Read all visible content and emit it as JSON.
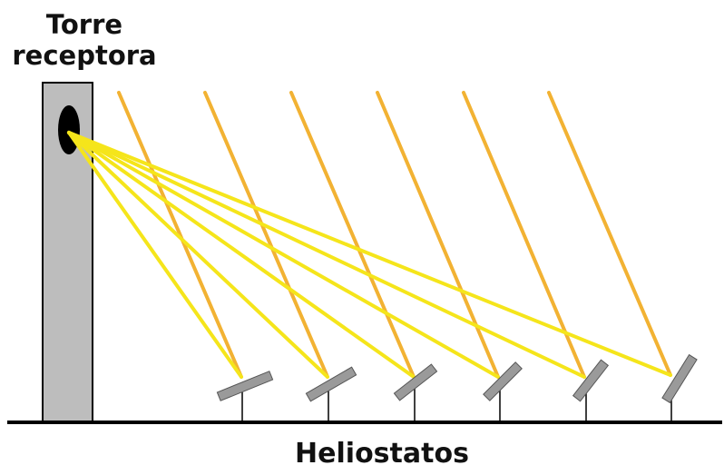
{
  "labels": {
    "tower_line1": "Torre",
    "tower_line2": "receptora",
    "heliostats": "Heliostatos"
  },
  "colors": {
    "tower": "#bdbdbd",
    "receiver": "#000000",
    "incident_rays": "#f2b233",
    "reflected_rays": "#f5e51b",
    "mirror": "#9a9a9a",
    "ground": "#000000"
  },
  "heliostat_count": 6
}
